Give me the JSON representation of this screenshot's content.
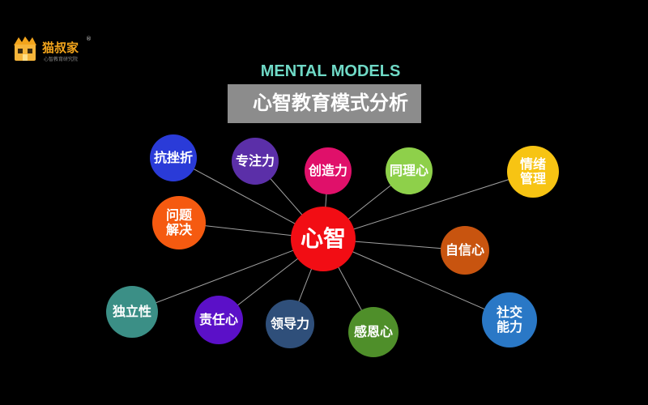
{
  "logo": {
    "text": "猫叔家",
    "sub": "心智教育研究院",
    "reg": "®"
  },
  "header": {
    "title_en": "MENTAL MODELS",
    "title_cn": "心智教育模式分析"
  },
  "colors": {
    "background": "#000000",
    "title_en": "#6fd9c6",
    "title_box": "#8c8c8c",
    "link_line": "#a0a0a0"
  },
  "diagram": {
    "center": {
      "label": "心智",
      "color": "#f20d14"
    },
    "nodes": [
      {
        "id": "kangcuozhe",
        "label": "抗挫折",
        "color": "#2a3bd8"
      },
      {
        "id": "zhuanzhuli",
        "label": "专注力",
        "color": "#5b2fa8"
      },
      {
        "id": "chuangzaoli",
        "label": "创造力",
        "color": "#e0106a"
      },
      {
        "id": "tonglixin",
        "label": "同理心",
        "color": "#8ed04a"
      },
      {
        "id": "qingxuguanli",
        "label": "情绪\n管理",
        "color": "#f7c413"
      },
      {
        "id": "wentijiejue",
        "label": "问题\n解决",
        "color": "#f55a10"
      },
      {
        "id": "zixinxin",
        "label": "自信心",
        "color": "#c8540f"
      },
      {
        "id": "dulixing",
        "label": "独立性",
        "color": "#3b8f86"
      },
      {
        "id": "zerenxin",
        "label": "责任心",
        "color": "#5b10c8"
      },
      {
        "id": "lingdaoli",
        "label": "领导力",
        "color": "#2f4f7a"
      },
      {
        "id": "ganenxin",
        "label": "感恩心",
        "color": "#4f8f2a"
      },
      {
        "id": "shejiaonengli",
        "label": "社交\n能力",
        "color": "#2a78c6"
      }
    ]
  }
}
